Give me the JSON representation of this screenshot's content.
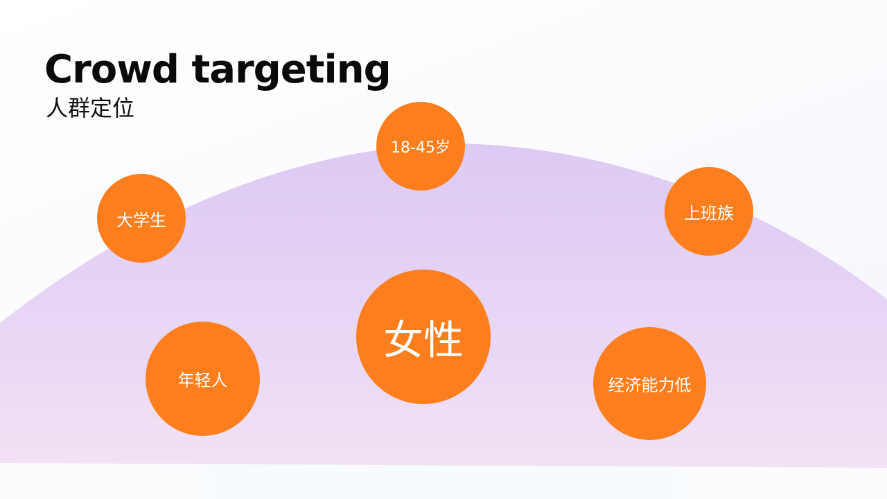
{
  "slide": {
    "title": "Crowd targeting",
    "subtitle": "人群定位"
  },
  "bubbles": {
    "age": "18-45岁",
    "student": "大学生",
    "office_worker": "上班族",
    "female": "女性",
    "young": "年轻人",
    "low_income": "经济能力低"
  },
  "colors": {
    "bubble": "#fc7e1e",
    "arc_top": "#dccaf3",
    "arc_bottom": "#f3e2f4",
    "title": "#0a0a0a"
  }
}
